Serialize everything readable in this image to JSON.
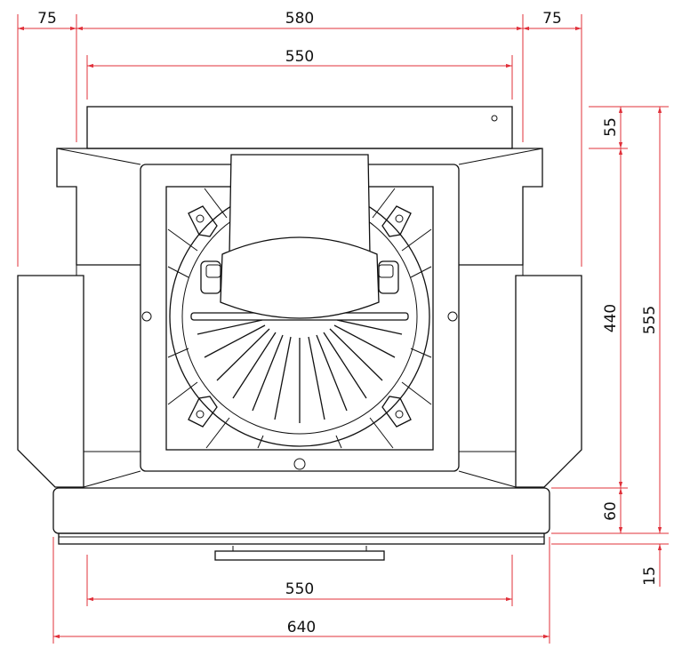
{
  "dimensions": {
    "top_left": "75",
    "top_center": "580",
    "top_right": "75",
    "upper_width": "550",
    "right_top": "55",
    "right_middle": "440",
    "right_total": "555",
    "right_lower": "60",
    "right_bottom": "15",
    "lower_width": "550",
    "base_width": "640"
  },
  "colors": {
    "dimension": "#e0303a",
    "outline": "#111111"
  }
}
